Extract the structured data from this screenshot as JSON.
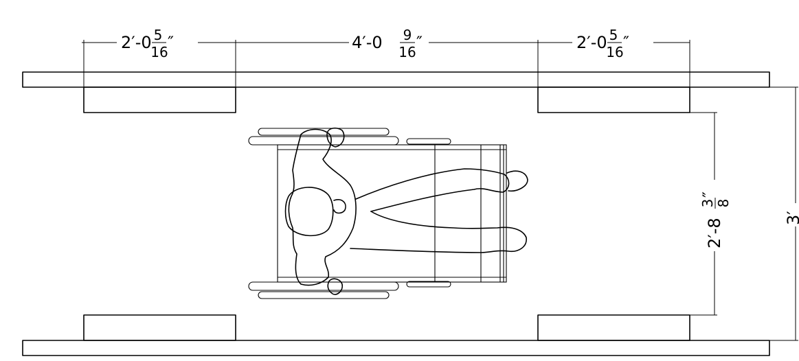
{
  "dimensions": {
    "top_left": {
      "whole": "2′-0",
      "num": "5",
      "den": "16",
      "inch": "″"
    },
    "top_middle": {
      "whole": "4′-0",
      "num": "9",
      "den": "16",
      "inch": "″"
    },
    "top_right": {
      "whole": "2′-0",
      "num": "5",
      "den": "16",
      "inch": "″"
    },
    "clear_width": {
      "whole": "2′-8",
      "num": "3",
      "den": "8",
      "inch": "″"
    },
    "overall_width": {
      "text": "3′"
    }
  },
  "colors": {
    "line": "#000000",
    "background": "#ffffff"
  },
  "figure": "wheelchair-user-top-view"
}
